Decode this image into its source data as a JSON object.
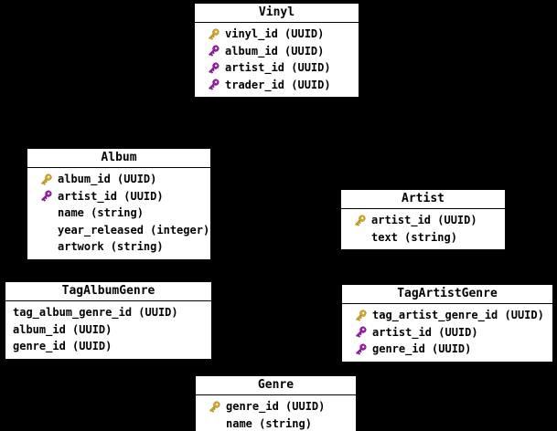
{
  "diagram": {
    "background_color": "#000000",
    "table_background_color": "#ffffff",
    "table_border_color": "#000000",
    "primary_key_color": "#D9A826",
    "foreign_key_color": "#9B1BAD"
  },
  "tables": [
    {
      "title": "Vinyl",
      "fields": [
        {
          "name": "vinyl_id (UUID)",
          "key": "pk"
        },
        {
          "name": "album_id (UUID)",
          "key": "fk"
        },
        {
          "name": "artist_id (UUID)",
          "key": "fk"
        },
        {
          "name": "trader_id (UUID)",
          "key": "fk"
        }
      ]
    },
    {
      "title": "Album",
      "fields": [
        {
          "name": "album_id (UUID)",
          "key": "pk"
        },
        {
          "name": "artist_id (UUID)",
          "key": "fk"
        },
        {
          "name": "name (string)",
          "key": "none"
        },
        {
          "name": "year_released (integer)",
          "key": "none"
        },
        {
          "name": "artwork (string)",
          "key": "none"
        }
      ]
    },
    {
      "title": "Artist",
      "fields": [
        {
          "name": "artist_id (UUID)",
          "key": "pk"
        },
        {
          "name": "text (string)",
          "key": "none"
        }
      ]
    },
    {
      "title": "TagAlbumGenre",
      "fields": [
        {
          "name": "tag_album_genre_id (UUID)",
          "key": "none"
        },
        {
          "name": "album_id (UUID)",
          "key": "none"
        },
        {
          "name": "genre_id (UUID)",
          "key": "none"
        }
      ]
    },
    {
      "title": "TagArtistGenre",
      "fields": [
        {
          "name": "tag_artist_genre_id (UUID)",
          "key": "pk"
        },
        {
          "name": "artist_id (UUID)",
          "key": "fk"
        },
        {
          "name": "genre_id (UUID)",
          "key": "fk"
        }
      ]
    },
    {
      "title": "Genre",
      "fields": [
        {
          "name": "genre_id (UUID)",
          "key": "pk"
        },
        {
          "name": "name (string)",
          "key": "none"
        }
      ]
    }
  ]
}
